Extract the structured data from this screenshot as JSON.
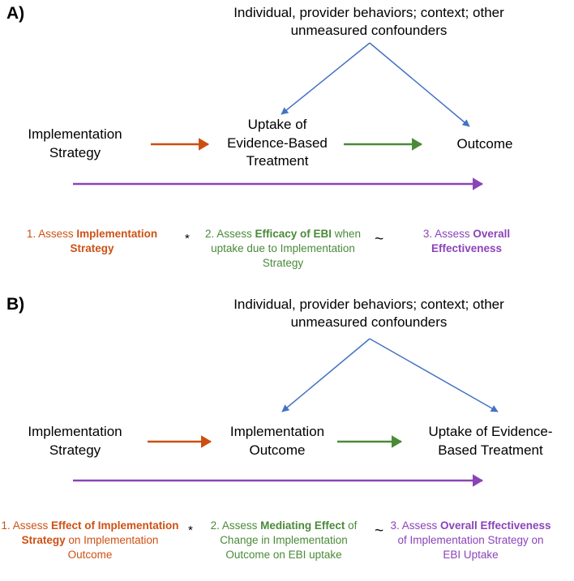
{
  "figure": {
    "type": "causal-diagram",
    "panels": [
      {
        "id": "A",
        "letter": "A)",
        "confounders": {
          "line1": "Individual, provider behaviors; context; other",
          "line2": "unmeasured confounders"
        },
        "nodes": [
          {
            "id": "node-a1",
            "lines": [
              "Implementation",
              "Strategy"
            ]
          },
          {
            "id": "node-a2",
            "lines": [
              "Uptake of",
              "Evidence-Based",
              "Treatment"
            ]
          },
          {
            "id": "node-a3",
            "lines": [
              "Outcome"
            ]
          }
        ],
        "arrows": [
          {
            "name": "orange-arrow",
            "from": "node-a1",
            "to": "node-a2",
            "color": "#CC4F10"
          },
          {
            "name": "green-arrow",
            "from": "node-a2",
            "to": "node-a3",
            "color": "#4A8A38"
          },
          {
            "name": "purple-total-effect-arrow",
            "from": "node-a1",
            "to": "node-a3",
            "color": "#8B43B9"
          },
          {
            "name": "blue-confounder-arrow-left",
            "from": "confounders",
            "to": "node-a2",
            "color": "#4472C4"
          },
          {
            "name": "blue-confounder-arrow-right",
            "from": "confounders",
            "to": "node-a3",
            "color": "#4472C4"
          }
        ],
        "legend": [
          {
            "index": "1. Assess ",
            "color": "#CD5114",
            "segments": [
              {
                "text": "1. Assess ",
                "bold": false
              },
              {
                "text": "Implementation Strategy",
                "bold": true
              }
            ]
          },
          {
            "color": "#4A8A38",
            "segments": [
              {
                "text": "2. Assess ",
                "bold": false
              },
              {
                "text": "Efficacy of EBI",
                "bold": true
              },
              {
                "text": " when uptake due to Implementation Strategy",
                "bold": false
              }
            ]
          },
          {
            "color": "#8B43B9",
            "segments": [
              {
                "text": "3. Assess ",
                "bold": false
              },
              {
                "text": "Overall Effectiveness",
                "bold": true
              }
            ]
          }
        ],
        "operators": [
          {
            "name": "multiply-operator",
            "symbol": "*"
          },
          {
            "name": "approx-operator",
            "symbol": "~"
          }
        ]
      },
      {
        "id": "B",
        "letter": "B)",
        "confounders": {
          "line1": "Individual, provider behaviors; context; other",
          "line2": "unmeasured confounders"
        },
        "nodes": [
          {
            "id": "node-b1",
            "lines": [
              "Implementation",
              "Strategy"
            ]
          },
          {
            "id": "node-b2",
            "lines": [
              "Implementation",
              "Outcome"
            ]
          },
          {
            "id": "node-b3",
            "lines": [
              "Uptake of Evidence-",
              "Based Treatment"
            ]
          }
        ],
        "arrows": [
          {
            "name": "orange-arrow",
            "from": "node-b1",
            "to": "node-b2",
            "color": "#CC4F10"
          },
          {
            "name": "green-arrow",
            "from": "node-b2",
            "to": "node-b3",
            "color": "#4A8A38"
          },
          {
            "name": "purple-total-effect-arrow",
            "from": "node-b1",
            "to": "node-b3",
            "color": "#8B43B9"
          },
          {
            "name": "blue-confounder-arrow-left",
            "from": "confounders",
            "to": "node-b2",
            "color": "#4472C4"
          },
          {
            "name": "blue-confounder-arrow-right",
            "from": "confounders",
            "to": "node-b3",
            "color": "#4472C4"
          }
        ],
        "legend": [
          {
            "color": "#CD5114",
            "segments": [
              {
                "text": "1. Assess ",
                "bold": false
              },
              {
                "text": "Effect of Implementation Strategy",
                "bold": true
              },
              {
                "text": " on Implementation Outcome",
                "bold": false
              }
            ]
          },
          {
            "color": "#4A8A38",
            "segments": [
              {
                "text": "2. Assess ",
                "bold": false
              },
              {
                "text": "Mediating Effect",
                "bold": true
              },
              {
                "text": " of Change in Implementation Outcome on EBI uptake",
                "bold": false
              }
            ]
          },
          {
            "color": "#8B43B9",
            "segments": [
              {
                "text": "3. Assess ",
                "bold": false
              },
              {
                "text": "Overall Effectiveness",
                "bold": true
              },
              {
                "text": " of Implementation Strategy on EBI Uptake",
                "bold": false
              }
            ]
          }
        ],
        "operators": [
          {
            "name": "multiply-operator",
            "symbol": "*"
          },
          {
            "name": "approx-operator",
            "symbol": "~"
          }
        ]
      }
    ],
    "colors": {
      "orange": "#CC4F10",
      "orange_text": "#CD5114",
      "green": "#4A8A38",
      "purple": "#8B43B9",
      "blue": "#4472C4",
      "black": "#000000",
      "background": "#FFFFFF"
    }
  },
  "panelA": {
    "letter": "A)",
    "confounders_l1": "Individual, provider behaviors; context; other",
    "confounders_l2": "unmeasured confounders",
    "node1_l1": "Implementation",
    "node1_l2": "Strategy",
    "node2_l1": "Uptake of",
    "node2_l2": "Evidence-Based",
    "node2_l3": "Treatment",
    "node3_l1": "Outcome",
    "legend1_a": "1. Assess ",
    "legend1_b": "Implementation Strategy",
    "legend2_a": "2. Assess ",
    "legend2_b": "Efficacy of EBI",
    "legend2_c": "when uptake due to Implementation Strategy",
    "legend3_a": "3. Assess ",
    "legend3_b": "Overall Effectiveness",
    "op_star": "*",
    "op_tilde": "~"
  },
  "panelB": {
    "letter": "B)",
    "confounders_l1": "Individual, provider behaviors; context; other",
    "confounders_l2": "unmeasured confounders",
    "node1_l1": "Implementation",
    "node1_l2": "Strategy",
    "node2_l1": "Implementation",
    "node2_l2": "Outcome",
    "node3_l1": "Uptake of Evidence-",
    "node3_l2": "Based Treatment",
    "legend1_a": "1. Assess ",
    "legend1_b": "Effect of Implementation Strategy",
    "legend1_c": "on Implementation Outcome",
    "legend2_a": "2. Assess ",
    "legend2_b": "Mediating Effect",
    "legend2_c": "of Change in Implementation Outcome on EBI uptake",
    "legend3_a": "3. Assess ",
    "legend3_b": "Overall Effectiveness",
    "legend3_c": "of Implementation Strategy on EBI Uptake",
    "op_star": "*",
    "op_tilde": "~"
  }
}
